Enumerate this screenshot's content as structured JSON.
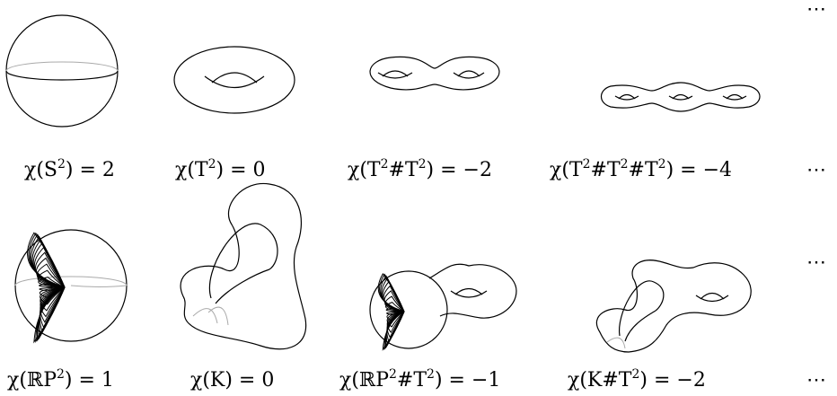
{
  "labels": {
    "sphere": {
      "pre": "χ(S",
      "sup": "2",
      "post": ") = 2"
    },
    "torus": {
      "pre": "χ(T",
      "sup": "2",
      "post": ") = 0"
    },
    "genus2": {
      "a": "χ(T",
      "sa": "2",
      "b": "#T",
      "sb": "2",
      "c": ") = −2"
    },
    "genus3": {
      "a": "χ(T",
      "sa": "2",
      "b": "#T",
      "sb": "2",
      "c": "#T",
      "sc": "2",
      "d": ") = −4"
    },
    "rp2": {
      "pre": "χ(ℝP",
      "sup": "2",
      "post": ") = 1"
    },
    "klein": {
      "text": "χ(K) = 0"
    },
    "rp2_t2": {
      "a": "χ(ℝP",
      "sa": "2",
      "b": "#T",
      "sb": "2",
      "c": ") = −1"
    },
    "k_t2": {
      "a": "χ(K#T",
      "sa": "2",
      "b": ") = −2"
    }
  },
  "ellipsis": "⋯"
}
